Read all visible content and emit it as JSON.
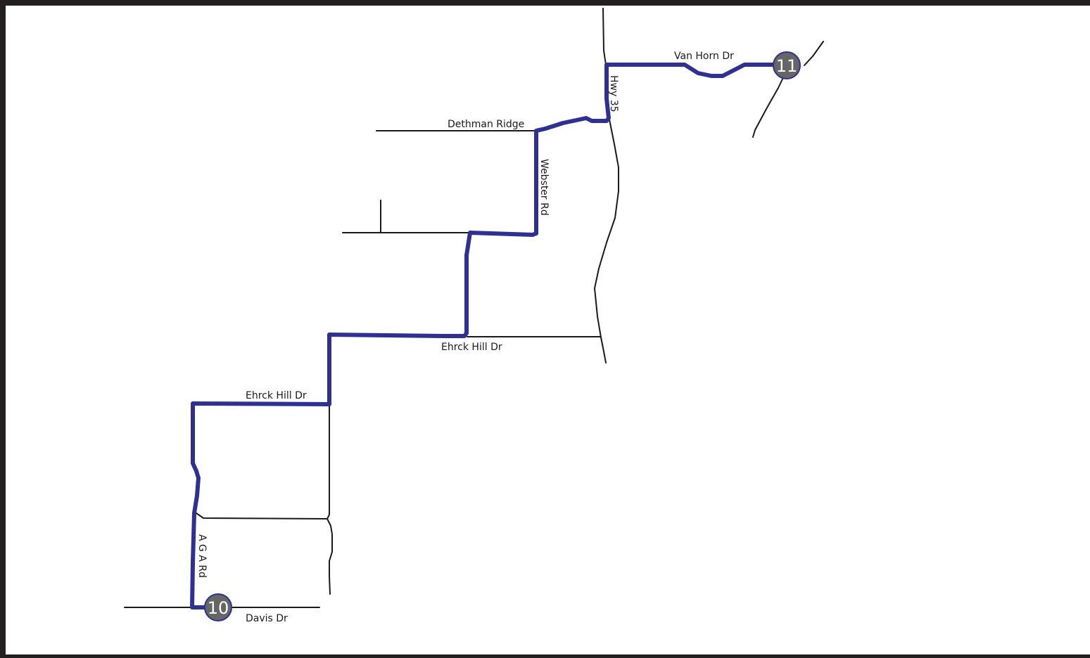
{
  "colors": {
    "route": "#2e3192",
    "road": "#1a1a1a",
    "marker_fill": "#666666",
    "marker_stroke": "#2e3192",
    "frame": "#231f20"
  },
  "road_labels": {
    "van_horn": "Van Horn Dr",
    "hwy_35": "Hwy 35",
    "dethman": "Dethman Ridge",
    "webster": "Webster Rd",
    "ehrck_upper": "Ehrck Hill Dr",
    "ehrck_lower": "Ehrck Hill Dr",
    "aga": "A G A Rd",
    "davis": "Davis Dr"
  },
  "markers": {
    "start": "10",
    "end": "11"
  }
}
